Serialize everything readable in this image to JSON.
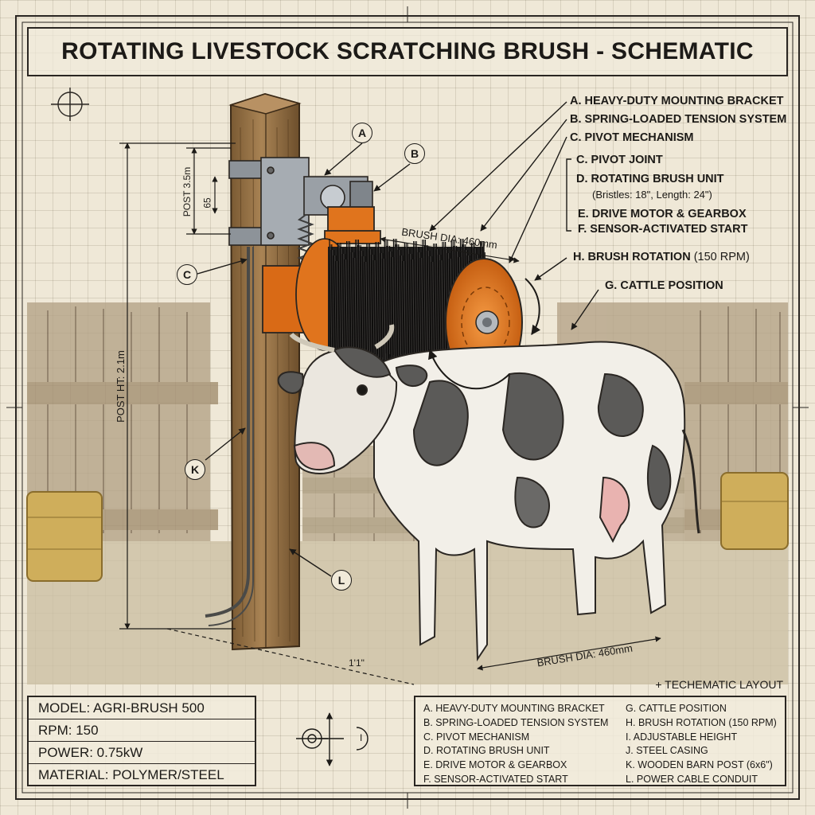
{
  "title": "ROTATING LIVESTOCK SCRATCHING BRUSH - SCHEMATIC",
  "callouts": [
    {
      "text": "A. HEAVY-DUTY MOUNTING BRACKET"
    },
    {
      "text": "B. SPRING-LOADED TENSION SYSTEM"
    },
    {
      "text": "C. PIVOT MECHANISM"
    },
    {
      "text": "C. PIVOT JOINT"
    },
    {
      "text": "D. ROTATING BRUSH UNIT"
    },
    {
      "text": "(Bristles: 18\", Length: 24\")"
    },
    {
      "text": "E. DRIVE MOTOR & GEARBOX"
    },
    {
      "text": "F. SENSOR-ACTIVATED START"
    },
    {
      "text": "H. BRUSH ROTATION",
      "suffix": "(150 RPM)"
    },
    {
      "text": "G. CATTLE POSITION"
    }
  ],
  "markers": [
    "A",
    "B",
    "C",
    "K",
    "L"
  ],
  "dimensions": {
    "post_height": "POST HT: 2.1m",
    "post_upper": "POST 3.5m",
    "upper_small": "65",
    "brush_dia_top": "BRUSH DIA: 460mm",
    "brush_dia_bottom": "BRUSH DIA: 460mm",
    "base": "1'1\""
  },
  "layout_label": "+ TECHEMATIC LAYOUT",
  "specs": [
    "MODEL: AGRI-BRUSH 500",
    "RPM: 150",
    "POWER: 0.75kW",
    "MATERIAL: POLYMER/STEEL"
  ],
  "legend_left": [
    "A. HEAVY-DUTY MOUNTING BRACKET",
    "B. SPRING-LOADED TENSION SYSTEM",
    "C. PIVOT MECHANISM",
    "D. ROTATING BRUSH UNIT",
    "E. DRIVE MOTOR & GEARBOX",
    "F. SENSOR-ACTIVATED START"
  ],
  "legend_right": [
    "G. CATTLE POSITION",
    "H. BRUSH ROTATION (150 RPM)",
    "I. ADJUSTABLE HEIGHT",
    "J. STEEL CASING",
    "K. WOODEN BARN POST (6x6\")",
    "L. POWER CABLE CONDUIT"
  ],
  "symbols": {
    "rotation_symbol": "I"
  },
  "colors": {
    "accent_orange": "#e0741d",
    "ink": "#1c1a17",
    "paper": "#efe8d7",
    "wood": "#9a7447"
  }
}
